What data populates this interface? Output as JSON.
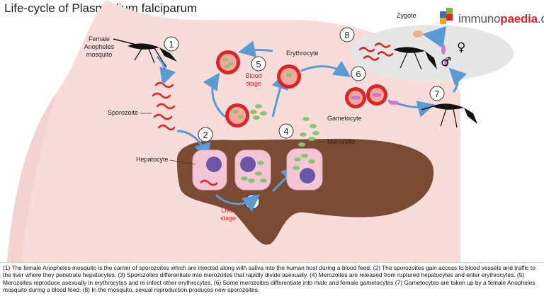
{
  "title": "Life-cycle of Plasmodium falciparum",
  "logo": {
    "part1": "immuno",
    "part2": "paedia",
    "part3": ".org"
  },
  "labels": {
    "female_mosquito": [
      "Female",
      "Anopheles",
      "mosquito"
    ],
    "sporozoite": "Sporozoite",
    "hepatocyte": "Hepatocyte",
    "liver_stage": [
      "Liver",
      "stage"
    ],
    "blood_stage": [
      "Blood",
      "stage"
    ],
    "erythrocyte": "Erythrocyte",
    "merozoite": "Merozoite",
    "gametocyte": "Gametocyte",
    "zygote": "Zygote",
    "female_symbol": "♀",
    "male_symbol": "♂"
  },
  "step_numbers": [
    "1",
    "2",
    "3",
    "4",
    "5",
    "6",
    "7",
    "8"
  ],
  "caption": "(1) The female Anopheles mosquito is the carrier of sporozoites which are injected along with saliva into the human host during a blood feed. (2) The sporozoites gain access to blood vessels and traffic to the liver where they penetrate hepatocytes. (3) Sporozoites differentiate into merozoites that rapidly divide asexually. (4) Merozoites are released from ruptured hepatocytes and enter erythrocytes. (5) Merozoites reproduce asexually in erythrocytes and re-infect other erythrocytes. (6) Some merozoites differentiate into male and female gametocytes (7) Gametocytes are taken up by a female Anopheles mosquito during a blood feed. (8) In the mosquito, sexual reproduction produces new sporozoites.",
  "colors": {
    "skin": "#f7dcd9",
    "liver": "#7a4a33",
    "red": "#d8262a",
    "arrow": "#5b9bd5"
  }
}
